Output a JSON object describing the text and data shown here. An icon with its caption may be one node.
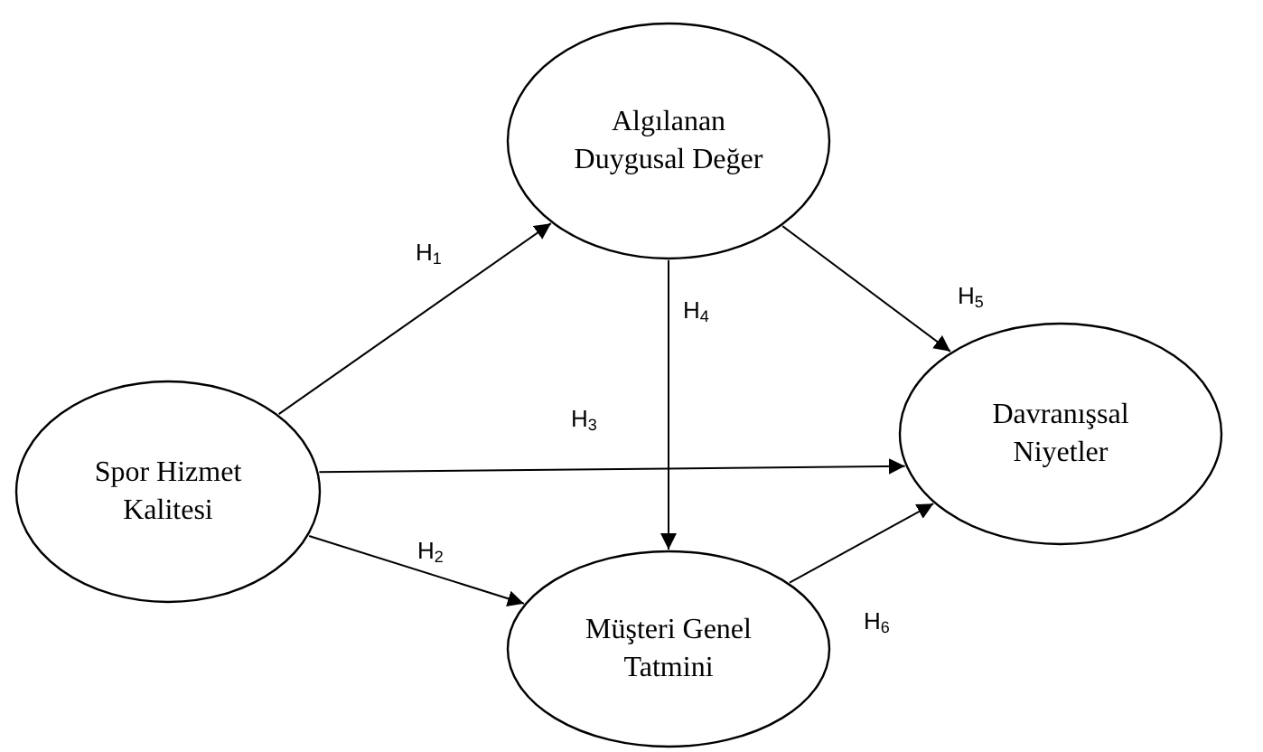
{
  "diagram": {
    "nodes": [
      {
        "text": [
          "Spor Hizmet Kalitesi"
        ]
      },
      {
        "text": [
          "Algılanan Duygusal Değer"
        ]
      },
      {
        "text": [
          "Müşteri Genel Tatmini"
        ]
      },
      {
        "text": [
          "Davranışsal Niyetler"
        ]
      }
    ],
    "edges": [
      {
        "from": 0,
        "to": 1,
        "arrow": "to",
        "label": "H$_{1}$"
      },
      {
        "from": 0,
        "to": 2,
        "arrow": "to",
        "label": "H$_{2}$"
      },
      {
        "from": 0,
        "to": 3,
        "arrow": "to",
        "label": "H$_{3}$"
      },
      {
        "from": 1,
        "to": 2,
        "arrow": "to",
        "label": "H$_{4}$"
      },
      {
        "from": 1,
        "to": 3,
        "arrow": "to",
        "label": "H$_{5}$"
      },
      {
        "from": 2,
        "to": 3,
        "arrow": "to",
        "label": "H$_{6}$"
      }
    ]
  }
}
